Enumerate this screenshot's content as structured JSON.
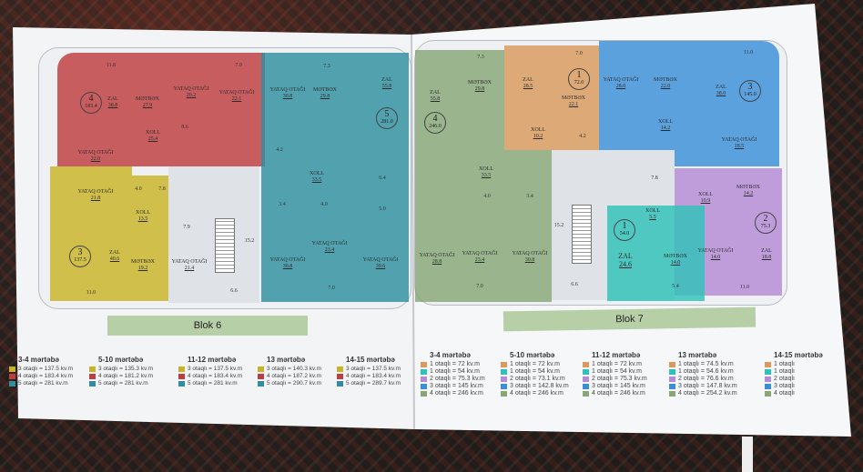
{
  "blok6": {
    "label": "Blok 6",
    "apartments": [
      {
        "rooms": "4",
        "area": "183.4"
      },
      {
        "rooms": "5",
        "area": "281.0"
      },
      {
        "rooms": "3",
        "area": "137.5"
      }
    ],
    "rooms": [
      {
        "name": "ZAL",
        "area": "38.8"
      },
      {
        "name": "MƏTBƏX",
        "area": "27.9"
      },
      {
        "name": "YATAQ OTAĞI",
        "area": "20.2"
      },
      {
        "name": "YATAQ OTAĞI",
        "area": "22.1"
      },
      {
        "name": "XOLL",
        "area": "25.4"
      },
      {
        "name": "YATAQ OTAĞI",
        "area": "22.0"
      },
      {
        "name": "YATAQ OTAĞI",
        "area": "30.8"
      },
      {
        "name": "MƏTBƏX",
        "area": "29.8"
      },
      {
        "name": "ZAL",
        "area": "55.8"
      },
      {
        "name": "XOLL",
        "area": "33.5"
      },
      {
        "name": "YATAQ OTAĞI",
        "area": "30.8"
      },
      {
        "name": "YATAQ OTAĞI",
        "area": "23.4"
      },
      {
        "name": "YATAQ OTAĞI",
        "area": "39.6"
      },
      {
        "name": "YATAQ OTAĞI",
        "area": "21.8"
      },
      {
        "name": "XOLL",
        "area": "13.5"
      },
      {
        "name": "ZAL",
        "area": "40.6"
      },
      {
        "name": "MƏTBƏX",
        "area": "19.2"
      },
      {
        "name": "YATAQ OTAĞI",
        "area": "21.4"
      }
    ],
    "dims": [
      "11.8",
      "7.0",
      "8.6",
      "7.3",
      "7.0",
      "6.4",
      "4.0",
      "3.4",
      "5.0",
      "4.2",
      "11.0",
      "4.0",
      "7.9",
      "7.8",
      "15.2",
      "6.6"
    ]
  },
  "blok7": {
    "label": "Blok 7",
    "apartments": [
      {
        "rooms": "4",
        "area": "246.0"
      },
      {
        "rooms": "1",
        "area": "72.0"
      },
      {
        "rooms": "3",
        "area": "145.0"
      },
      {
        "rooms": "2",
        "area": "75.3"
      },
      {
        "rooms": "1",
        "area": "54.0"
      }
    ],
    "rooms": [
      {
        "name": "ZAL",
        "area": "55.8"
      },
      {
        "name": "MƏTBƏX",
        "area": "29.8"
      },
      {
        "name": "XOLL",
        "area": "33.5"
      },
      {
        "name": "YATAQ OTAĞI",
        "area": "23.4"
      },
      {
        "name": "YATAQ OTAĞI",
        "area": "30.8"
      },
      {
        "name": "YATAQ OTAĞI",
        "area": "28.8"
      },
      {
        "name": "ZAL",
        "area": "28.5"
      },
      {
        "name": "MƏTBƏX",
        "area": "22.1"
      },
      {
        "name": "XOLL",
        "area": "10.2"
      },
      {
        "name": "YATAQ OTAĞI",
        "area": "28.0"
      },
      {
        "name": "MƏTBƏX",
        "area": "22.0"
      },
      {
        "name": "ZAL",
        "area": "38.0"
      },
      {
        "name": "XOLL",
        "area": "14.2"
      },
      {
        "name": "YATAQ OTAĞI",
        "area": "18.5"
      },
      {
        "name": "MƏTBƏX",
        "area": "14.2"
      },
      {
        "name": "XOLL",
        "area": "10.9"
      },
      {
        "name": "YATAQ OTAĞI",
        "area": "14.0"
      },
      {
        "name": "ZAL",
        "area": "18.8"
      },
      {
        "name": "ZAL",
        "area": "24.6"
      },
      {
        "name": "MƏTBƏX",
        "area": "14.0"
      },
      {
        "name": "XOLL",
        "area": "5.5"
      }
    ],
    "dims": [
      "7.3",
      "4.0",
      "3.4",
      "7.0",
      "7.0",
      "4.2",
      "11.0",
      "11.0",
      "5.4",
      "15.2",
      "6.6",
      "7.8"
    ]
  },
  "legend6": [
    {
      "title": "3-4 mərtəbə",
      "items": [
        "3 otaqlı = 137.5 kv.m",
        "4 otaqlı = 183.4 kv.m",
        "5 otaqlı = 281 kv.m"
      ]
    },
    {
      "title": "5-10 mərtəbə",
      "items": [
        "3 otaqlı = 135.3 kv.m",
        "4 otaqlı = 181.2 kv.m",
        "5 otaqlı = 281 kv.m"
      ]
    },
    {
      "title": "11-12 mərtəbə",
      "items": [
        "3 otaqlı = 137.5 kv.m",
        "4 otaqlı = 183.4 kv.m",
        "5 otaqlı = 281 kv.m"
      ]
    },
    {
      "title": "13 mərtəbə",
      "items": [
        "3 otaqlı = 140.3 kv.m",
        "4 otaqlı = 187.2 kv.m",
        "5 otaqlı = 290.7 kv.m"
      ]
    },
    {
      "title": "14-15 mərtəbə",
      "items": [
        "3 otaqlı = 137.5 kv.m",
        "4 otaqlı = 183.4 kv.m",
        "5 otaqlı = 289.7 kv.m"
      ]
    }
  ],
  "legend7": [
    {
      "title": "3-4 mərtəbə",
      "items": [
        "1 otaqlı = 72 kv.m",
        "1 otaqlı = 54 kv.m",
        "2 otaqlı = 75.3 kv.m",
        "3 otaqlı = 145 kv.m",
        "4 otaqlı = 246 kv.m"
      ]
    },
    {
      "title": "5-10 mərtəbə",
      "items": [
        "1 otaqlı = 72 kv.m",
        "1 otaqlı = 54 kv.m",
        "2 otaqlı = 73.1 kv.m",
        "3 otaqlı = 142.8 kv.m",
        "4 otaqlı = 246 kv.m"
      ]
    },
    {
      "title": "11-12 mərtəbə",
      "items": [
        "1 otaqlı = 72 kv.m",
        "1 otaqlı = 54 kv.m",
        "2 otaqlı = 75.3 kv.m",
        "3 otaqlı = 145 kv.m",
        "4 otaqlı = 246 kv.m"
      ]
    },
    {
      "title": "13 mərtəbə",
      "items": [
        "1 otaqlı = 74.5 kv.m",
        "1 otaqlı = 54.6 kv.m",
        "2 otaqlı = 76.6 kv.m",
        "3 otaqlı = 147.8 kv.m",
        "4 otaqlı = 254.2 kv.m"
      ]
    },
    {
      "title": "14-15 mərtəbə",
      "items": [
        "1 otaqlı",
        "1 otaqlı",
        "2 otaqlı",
        "3 otaqlı",
        "4 otaqlı"
      ]
    }
  ],
  "colors": {
    "yellow": "#c9b325",
    "red": "#bf3c3f",
    "teal": "#2f8fa0",
    "orange": "#d99a5c",
    "green": "#88a676",
    "blue": "#3b8fd9",
    "purple": "#b58ad6",
    "aqua": "#2fc2b8",
    "blok": "#b7cfa6"
  }
}
